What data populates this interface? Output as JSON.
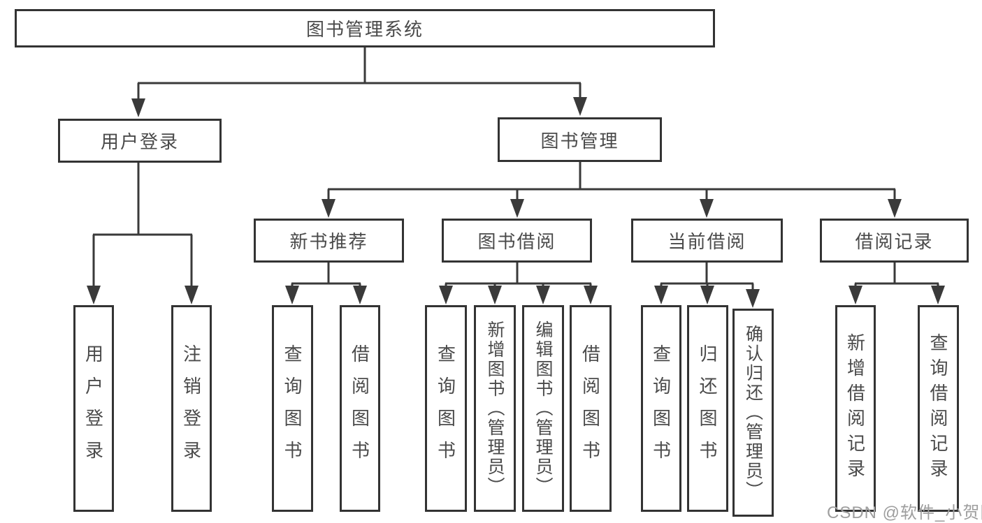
{
  "diagram": {
    "title": "图书管理系统",
    "level2": [
      {
        "label": "用户登录"
      },
      {
        "label": "图书管理"
      }
    ],
    "level3": [
      {
        "label": "新书推荐"
      },
      {
        "label": "图书借阅"
      },
      {
        "label": "当前借阅"
      },
      {
        "label": "借阅记录"
      }
    ],
    "leaves": {
      "login": [
        {
          "label": "用户登录"
        },
        {
          "label": "注销登录"
        }
      ],
      "recommend": [
        {
          "label": "查询图书"
        },
        {
          "label": "借阅图书"
        }
      ],
      "borrow": [
        {
          "label": "查询图书"
        },
        {
          "label": "新增图书（管理员）"
        },
        {
          "label": "编辑图书（管理员）"
        },
        {
          "label": "借阅图书"
        }
      ],
      "current": [
        {
          "label": "查询图书"
        },
        {
          "label": "归还图书"
        },
        {
          "label": "确认归还（管理员）"
        }
      ],
      "records": [
        {
          "label": "新增借阅记录"
        },
        {
          "label": "查询借阅记录"
        }
      ]
    },
    "watermark": "CSDN @软件_小贺同学",
    "colors": {
      "border": "#333333",
      "line": "#3a3a3a",
      "text": "#4a4a4a",
      "background": "#ffffff",
      "watermark": "#9e9e9e"
    }
  }
}
